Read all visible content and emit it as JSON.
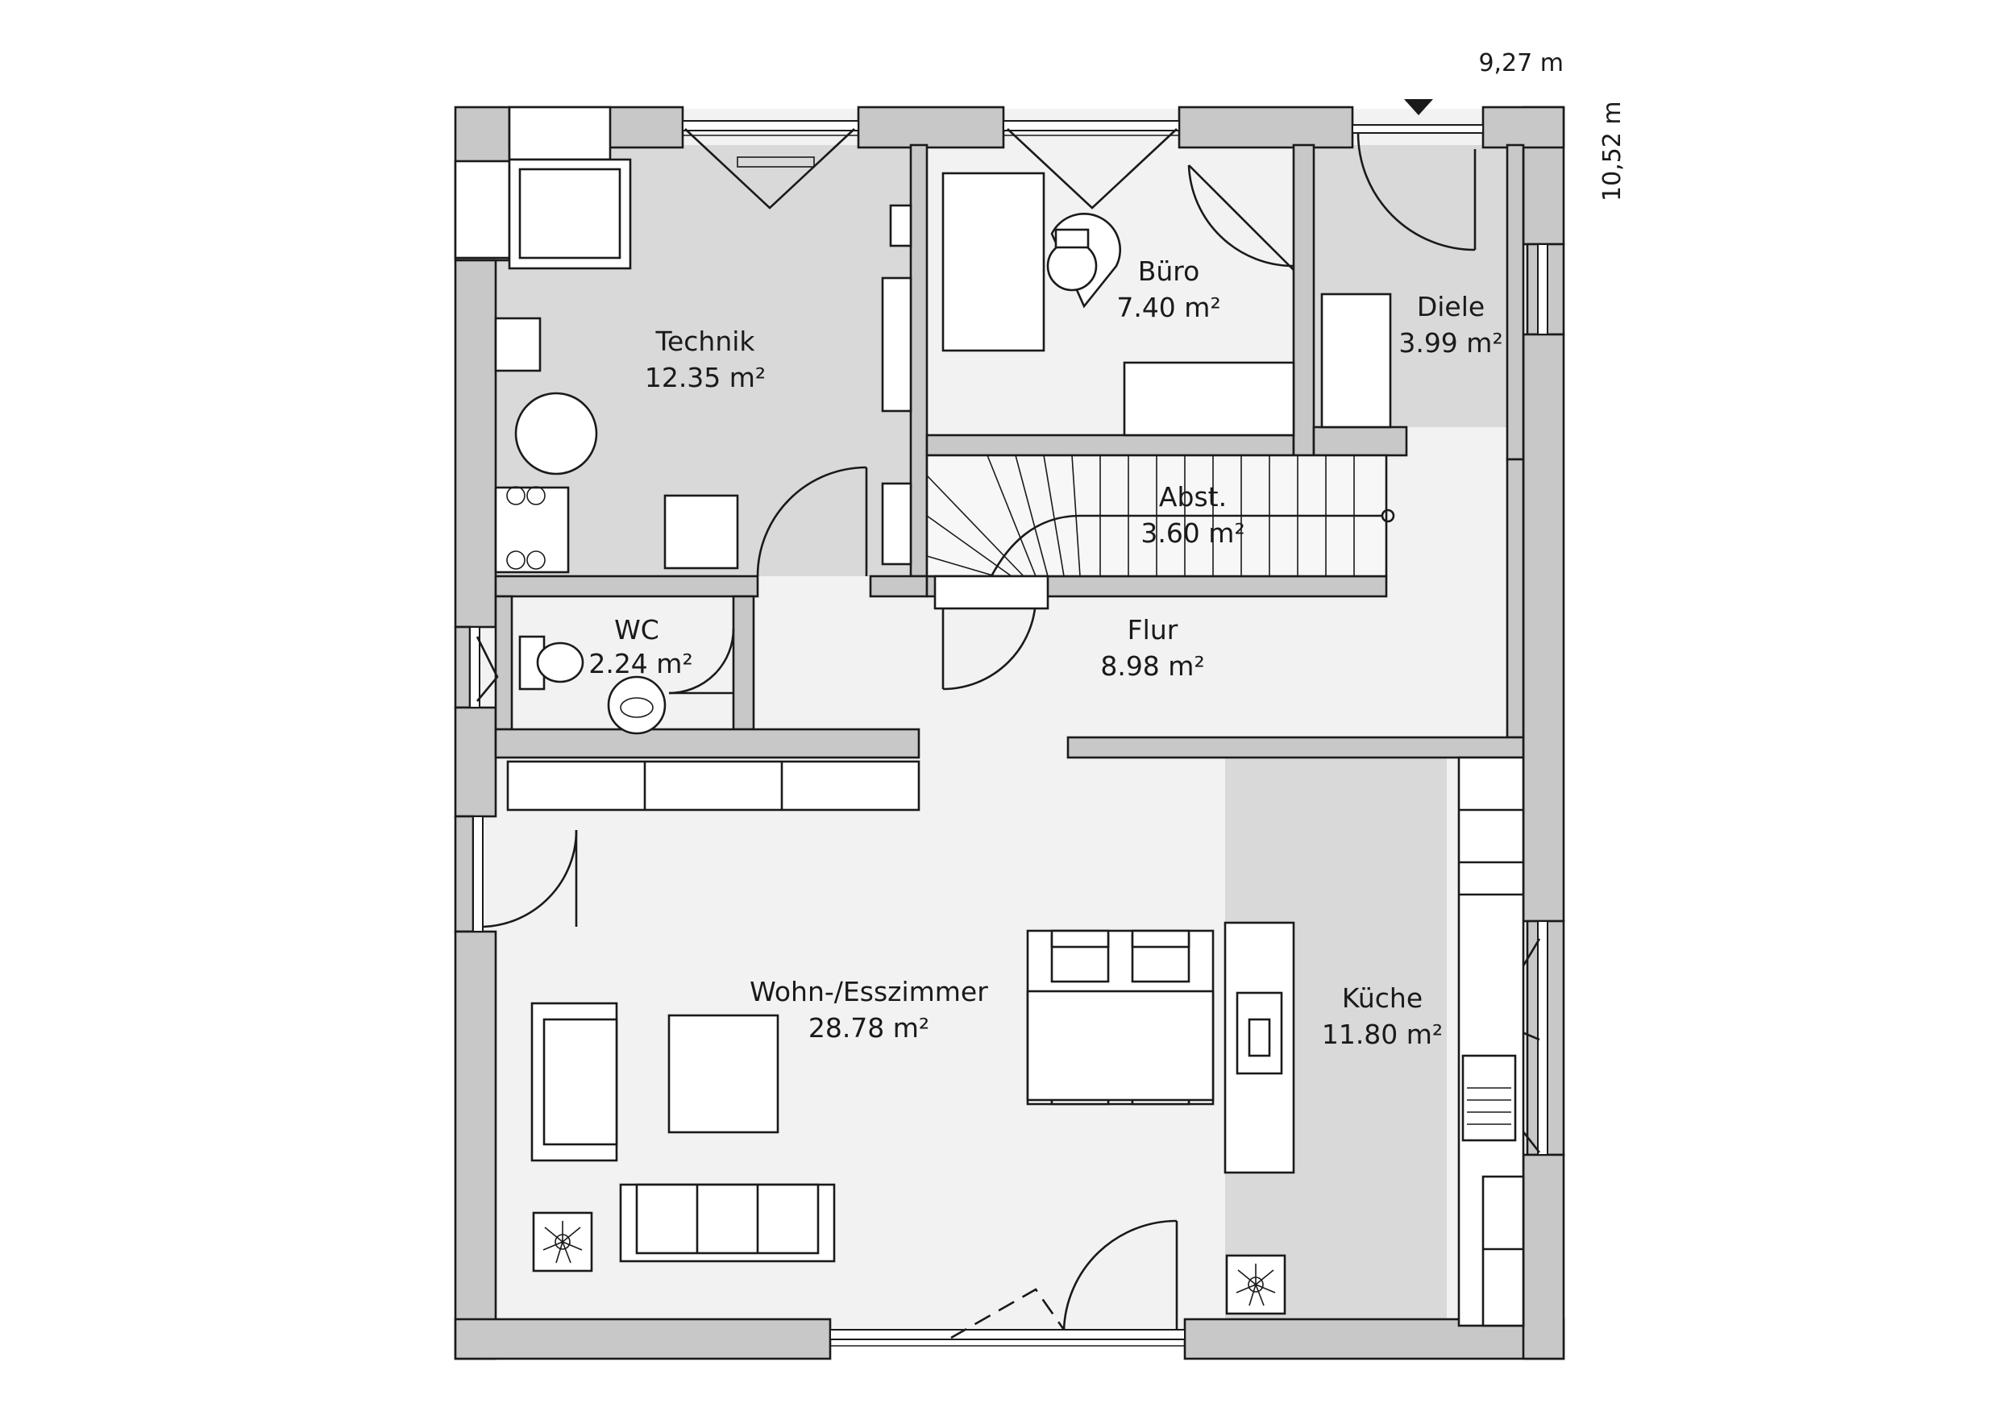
{
  "dimensions": {
    "width": "9,27 m",
    "depth": "10,52 m"
  },
  "rooms": {
    "technik": {
      "name": "Technik",
      "area": "12.35 m²"
    },
    "buero": {
      "name": "Büro",
      "area": "7.40 m²"
    },
    "diele": {
      "name": "Diele",
      "area": "3.99 m²"
    },
    "abst": {
      "name": "Abst.",
      "area": "3.60 m²"
    },
    "wc": {
      "name": "WC",
      "area": "2.24 m²"
    },
    "flur": {
      "name": "Flur",
      "area": "8.98 m²"
    },
    "wohn": {
      "name": "Wohn-/Esszimmer",
      "area": "28.78 m²"
    },
    "kueche": {
      "name": "Küche",
      "area": "11.80 m²"
    }
  },
  "icons": {
    "entrance": "entrance-arrow-icon",
    "plant": "plant-icon",
    "stair": "stair-direction-icon"
  },
  "colors": {
    "wall": "#c8c8c8",
    "floor_light": "#f2f2f2",
    "floor_mid": "#d9d9d9",
    "line": "#1a1a1a"
  }
}
